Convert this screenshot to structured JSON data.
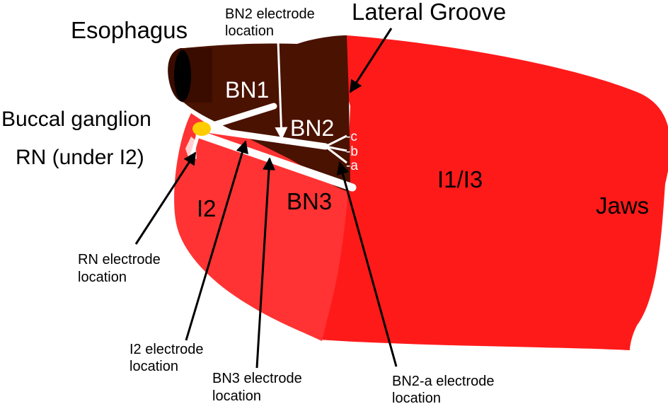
{
  "labels": {
    "esophagus": "Esophagus",
    "lateral_groove": "Lateral Groove",
    "buccal_ganglion": "Buccal ganglion",
    "rn": "RN (under I2)",
    "bn1": "BN1",
    "bn2": "BN2",
    "bn3": "BN3",
    "i2": "I2",
    "i1i3": "I1/I3",
    "jaws": "Jaws",
    "branch_c": "-c",
    "branch_b": "-b",
    "branch_a": "-a",
    "bn2_electrode_line1": "BN2 electrode",
    "bn2_electrode_line2": "location",
    "rn_electrode_line1": "RN electrode",
    "rn_electrode_line2": "location",
    "i2_electrode_line1": "I2 electrode",
    "i2_electrode_line2": "location",
    "bn3_electrode_line1": "BN3 electrode",
    "bn3_electrode_line2": "location",
    "bn2a_electrode_line1": "BN2-a electrode",
    "bn2a_electrode_line2": "location"
  },
  "colors": {
    "esophagus": "#4a1200",
    "i1i3": "#ff1a1a",
    "i2": "#ff3030",
    "ganglion": "#ffcc00",
    "nerve": "#ffffff",
    "rn_fill": "#ffd0d0",
    "arrow_black": "#000000",
    "arrow_white": "#ffffff"
  }
}
